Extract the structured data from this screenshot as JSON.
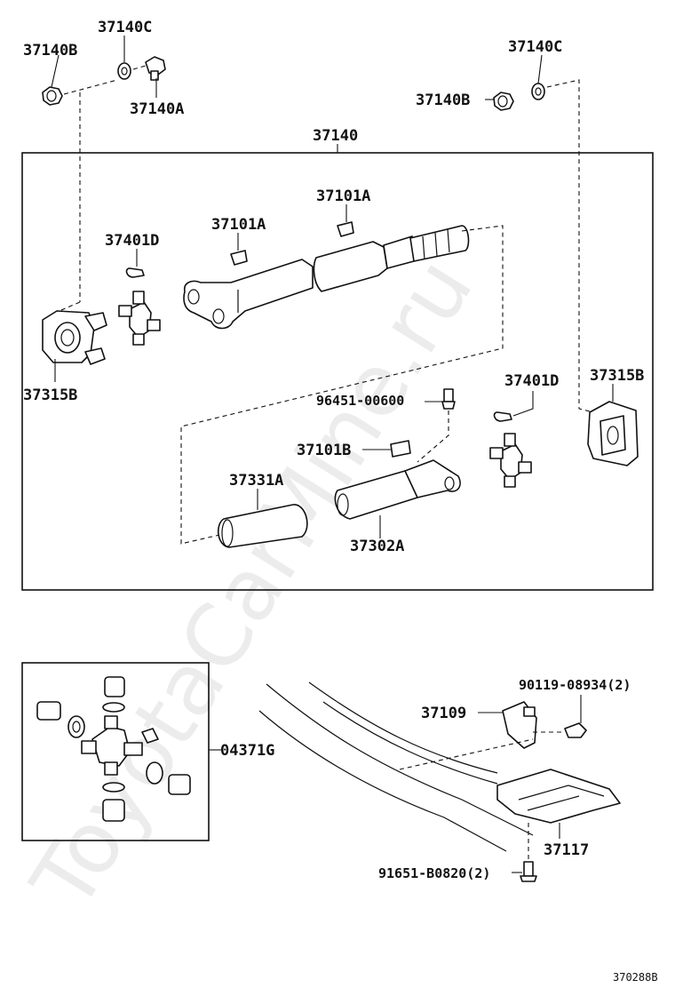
{
  "watermark": "ToyotaCarMine.ru",
  "labels": {
    "l_37140C_left": "37140C",
    "l_37140B_left": "37140B",
    "l_37140A": "37140A",
    "l_37140C_right": "37140C",
    "l_37140B_right": "37140B",
    "l_37140": "37140",
    "l_37101A_top": "37101A",
    "l_37101A_mid": "37101A",
    "l_37401D_left": "37401D",
    "l_37315B_left": "37315B",
    "l_96451": "96451-00600",
    "l_37401D_right": "37401D",
    "l_37315B_right": "37315B",
    "l_37101B": "37101B",
    "l_37331A": "37331A",
    "l_37302A": "37302A",
    "l_04371G": "04371G",
    "l_90119": "90119-08934(2)",
    "l_37109": "37109",
    "l_37117": "37117",
    "l_91651": "91651-B0820(2)"
  },
  "reference_code": "370288B"
}
